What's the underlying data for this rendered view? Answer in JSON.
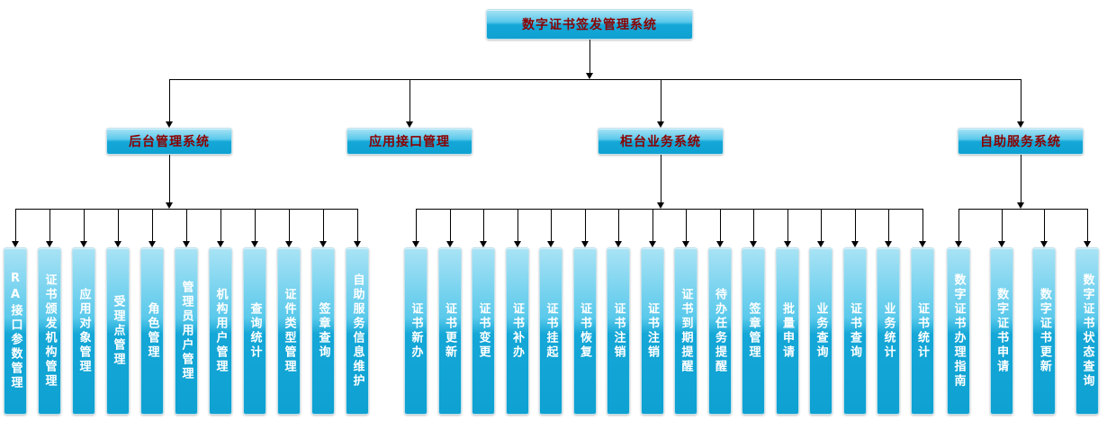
{
  "root": {
    "label": "数字证书签发管理系统"
  },
  "branches": [
    {
      "label": "后台管理系统",
      "children": [
        "RA接口参数管理",
        "证书颁发机构管理",
        "应用对象管理",
        "受理点管理",
        "角色管理",
        "管理员用户管理",
        "机构用户管理",
        "查询统计",
        "证件类型管理",
        "签章查询",
        "自助服务信息维护"
      ]
    },
    {
      "label": "应用接口管理",
      "children": []
    },
    {
      "label": "柜台业务系统",
      "children": [
        "证书新办",
        "证书更新",
        "证书变更",
        "证书补办",
        "证书挂起",
        "证书恢复",
        "证书注销",
        "证书注销",
        "证书到期提醒",
        "待办任务提醒",
        "签章管理",
        "批量申请",
        "业务查询",
        "证书查询",
        "业务统计",
        "证书统计"
      ]
    },
    {
      "label": "自助服务系统",
      "children": [
        "数字证书办理指南",
        "数字证书申请",
        "数字证书更新",
        "数字证书状态查询"
      ]
    }
  ],
  "colors": {
    "box_gradient_top": "#a9e3f5",
    "box_gradient_bottom": "#0ea1d1",
    "heading_text": "#8b0000",
    "leaf_text": "#ffffff",
    "connector": "#000000"
  }
}
